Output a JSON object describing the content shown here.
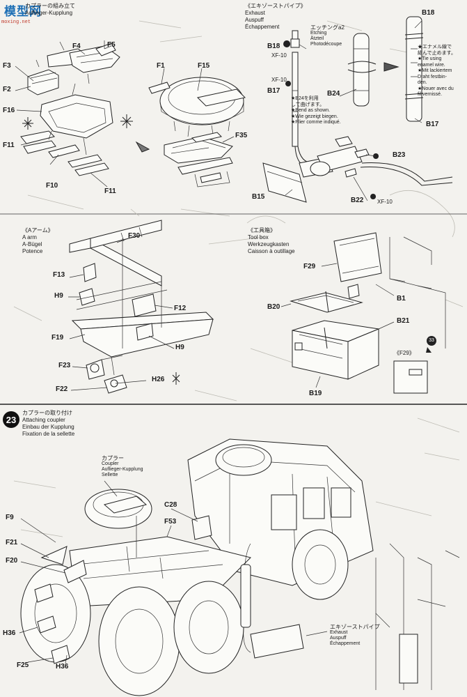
{
  "site_logo": {
    "name": "模型网",
    "url": "moxing.net"
  },
  "top_left_section": {
    "title_jp": "カプラーの組み立て",
    "title_de": "Auflieger-Kupplung",
    "labels": [
      "F4",
      "F5",
      "F3",
      "F2",
      "F16",
      "F11",
      "F10",
      "F11",
      "F1",
      "F15",
      "F35"
    ]
  },
  "exhaust_section": {
    "title": [
      "《エキゾーストパイプ》",
      "Exhaust",
      "Auspuff",
      "Échappement"
    ],
    "etching_label": [
      "エッチングa2",
      "Etching",
      "Ätzteil",
      "Photodécoupe"
    ],
    "labels": [
      "B18",
      "XF-10",
      "XF-10",
      "B17",
      "B24",
      "B23",
      "B15",
      "B22",
      "XF-10",
      "B18",
      "B17"
    ],
    "bend_note": [
      "★B24を利用",
      "して曲げます。",
      "★Bend as shown.",
      "★Wie gezeigt biegen.",
      "★Plier comme indiqué."
    ],
    "wire_note": [
      "★エナメル線で",
      "結んで止めます。",
      "★Tie using",
      "enamel wire.",
      "★Mit lackiertem",
      "Draht festbin-",
      "den.",
      "★Nouer avec du",
      "fil vernissé."
    ]
  },
  "a_arm_section": {
    "title": [
      "《Aアーム》",
      "A arm",
      "A-Bügel",
      "Potence"
    ],
    "labels": [
      "F30",
      "F13",
      "H9",
      "F12",
      "F19",
      "H9",
      "F23",
      "H26",
      "F22"
    ]
  },
  "toolbox_section": {
    "title": [
      "《工具箱》",
      "Tool box",
      "Werkzeugkasten",
      "Caisson à outillage"
    ],
    "labels": [
      "F29",
      "B20",
      "B1",
      "B21",
      "B19"
    ],
    "inset_label": "《F29》",
    "inset_number": "33"
  },
  "step_23": {
    "number": "23",
    "title": [
      "カプラーの取り付け",
      "Attaching coupler",
      "Einbau der Kupplung",
      "Fixation de la sellette"
    ],
    "coupler_caption": [
      "カプラー",
      "Coupler",
      "Auflieger-Kupplung",
      "Sellette"
    ],
    "labels": [
      "F9",
      "F21",
      "F20",
      "H36",
      "F25",
      "H36",
      "F53",
      "C28"
    ],
    "exhaust_caption": [
      "エキゾーストパイプ",
      "Exhaust",
      "Auspuff",
      "Échappement"
    ]
  }
}
